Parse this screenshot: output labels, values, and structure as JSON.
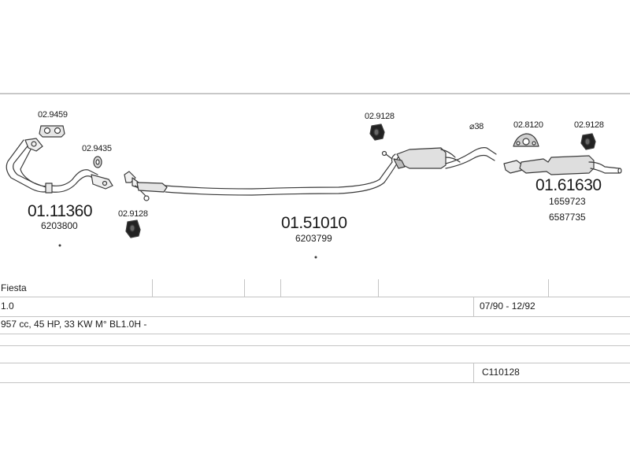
{
  "parts": {
    "clamp_a": "02.9459",
    "clamp_b": "02.9435",
    "nut_a": "02.9128",
    "nut_b": "02.9128",
    "diameter": "⌀38",
    "hanger": "02.8120",
    "nut_c": "02.9128",
    "front_pipe": {
      "number": "01.11360",
      "oem": "6203800"
    },
    "middle": {
      "number": "01.51010",
      "oem": "6203799"
    },
    "rear": {
      "number": "01.61630",
      "oem_1": "1659723",
      "oem_2": "6587735"
    }
  },
  "table": {
    "model": "Fiesta",
    "engine": "1.0",
    "years": "07/90 - 12/92",
    "spec": "957 cc, 45 HP, 33 KW M° BL1.0H -",
    "code": "C110128"
  },
  "colors": {
    "line": "#2b2b2b",
    "grid": "#c4c4c4",
    "pipe": "#4a4a4a"
  }
}
